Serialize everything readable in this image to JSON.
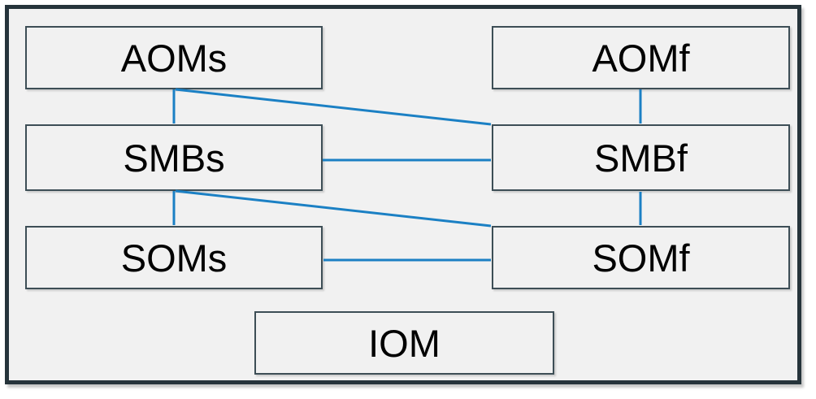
{
  "diagram": {
    "title": "",
    "background_color": "#f1f1f1",
    "frame_border_color": "#26343b",
    "node_border_color": "#3d4e56",
    "arrow_color": "#1b80c4",
    "text_color": "#000000",
    "nodes": [
      {
        "id": "aoms",
        "label": "AOMs",
        "column": "left",
        "row": 1
      },
      {
        "id": "aomf",
        "label": "AOMf",
        "column": "right",
        "row": 1
      },
      {
        "id": "smbs",
        "label": "SMBs",
        "column": "left",
        "row": 2
      },
      {
        "id": "smbf",
        "label": "SMBf",
        "column": "right",
        "row": 2
      },
      {
        "id": "soms",
        "label": "SOMs",
        "column": "left",
        "row": 3
      },
      {
        "id": "somf",
        "label": "SOMf",
        "column": "right",
        "row": 3
      },
      {
        "id": "iom",
        "label": "IOM",
        "column": "center",
        "row": 4
      }
    ],
    "edges": [
      {
        "from": "aoms",
        "to": "smbs",
        "direction": "one-way",
        "shape": "vertical"
      },
      {
        "from": "aoms",
        "to": "smbf",
        "direction": "one-way",
        "shape": "diagonal"
      },
      {
        "from": "aomf",
        "to": "smbf",
        "direction": "one-way",
        "shape": "vertical"
      },
      {
        "from": "smbs",
        "to": "smbf",
        "direction": "one-way",
        "shape": "horizontal"
      },
      {
        "from": "smbs",
        "to": "soms",
        "direction": "one-way",
        "shape": "vertical"
      },
      {
        "from": "smbs",
        "to": "somf",
        "direction": "two-way",
        "shape": "diagonal"
      },
      {
        "from": "smbf",
        "to": "somf",
        "direction": "two-way",
        "shape": "vertical"
      },
      {
        "from": "somf",
        "to": "soms",
        "direction": "one-way",
        "shape": "horizontal"
      }
    ]
  }
}
